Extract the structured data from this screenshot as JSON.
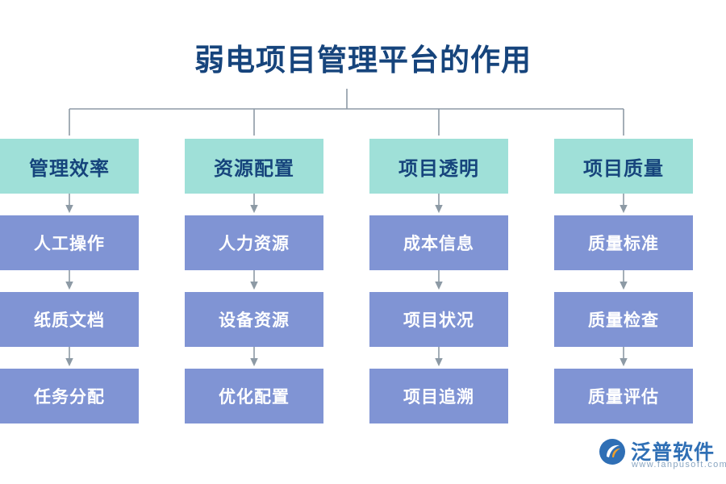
{
  "title": "弱电项目管理平台的作用",
  "colors": {
    "title_text": "#16447c",
    "head_bg": "#9fe0d8",
    "head_text": "#16447c",
    "sub_bg": "#8094d4",
    "sub_text": "#ffffff",
    "connector": "#8d9aa5",
    "logo_blue": "#2f6fb5",
    "logo_orange": "#f0a02a",
    "logo_grey": "#8aa6c2"
  },
  "columns": [
    {
      "head": "管理效率",
      "items": [
        "人工操作",
        "纸质文档",
        "任务分配"
      ]
    },
    {
      "head": "资源配置",
      "items": [
        "人力资源",
        "设备资源",
        "优化配置"
      ]
    },
    {
      "head": "项目透明",
      "items": [
        "成本信息",
        "项目状况",
        "项目追溯"
      ]
    },
    {
      "head": "项目质量",
      "items": [
        "质量标准",
        "质量检查",
        "质量评估"
      ]
    }
  ],
  "logo": {
    "cn": "泛普软件",
    "en": "www.fanpusoft.com"
  }
}
